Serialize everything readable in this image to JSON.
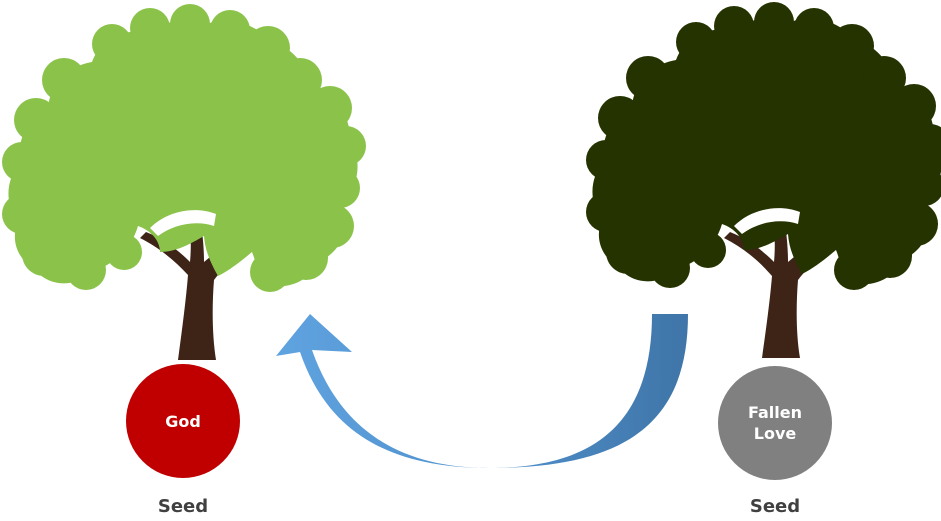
{
  "left": {
    "circle_text": "God",
    "seed_label": "Seed",
    "circle_color": "#c00000",
    "tree_color": "#8bc34a"
  },
  "right": {
    "circle_text": "Fallen\nLove",
    "seed_label": "Seed",
    "circle_color": "#808080",
    "tree_color": "#243300"
  },
  "arrow": {
    "direction": "right-to-left",
    "color": "#5b9bd5"
  },
  "trunk_color": "#3e2317"
}
